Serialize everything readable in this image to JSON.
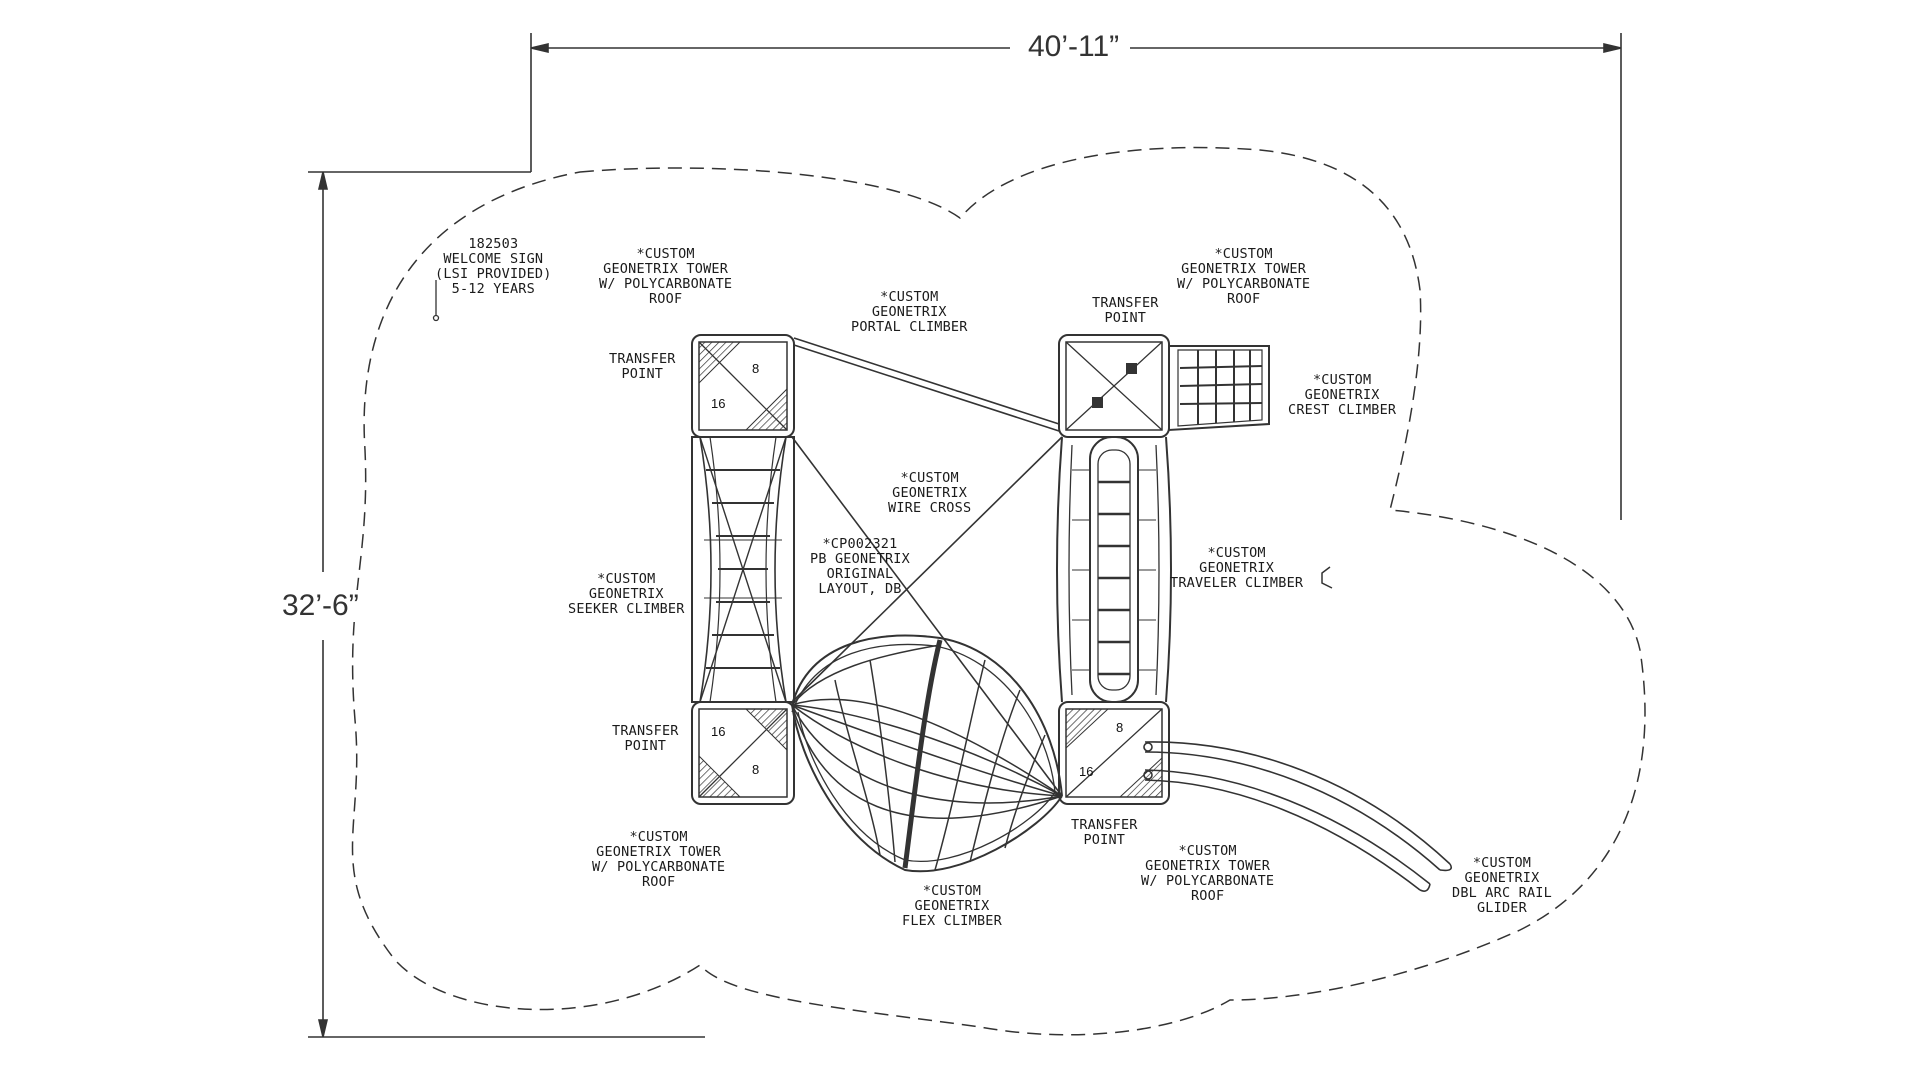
{
  "dimensions": {
    "width": "40’-11”",
    "height": "32’-6”"
  },
  "labels": {
    "welcome_sign": [
      "182503",
      "WELCOME SIGN",
      "(LSI PROVIDED)",
      "5-12 YEARS"
    ],
    "tower_top_left": [
      "*CUSTOM",
      "GEONETRIX TOWER",
      "W/ POLYCARBONATE",
      "ROOF"
    ],
    "portal_climber": [
      "*CUSTOM",
      "GEONETRIX",
      "PORTAL CLIMBER"
    ],
    "tower_top_right": [
      "*CUSTOM",
      "GEONETRIX TOWER",
      "W/ POLYCARBONATE",
      "ROOF"
    ],
    "transfer_top_left": [
      "TRANSFER",
      "POINT"
    ],
    "transfer_top_right": [
      "TRANSFER",
      "POINT"
    ],
    "crest_climber": [
      "*CUSTOM",
      "GEONETRIX",
      "CREST CLIMBER"
    ],
    "wire_cross": [
      "*CUSTOM",
      "GEONETRIX",
      "WIRE CROSS"
    ],
    "layout_id": [
      "*CP002321",
      "PB GEONETRIX",
      "ORIGINAL",
      "LAYOUT, DB"
    ],
    "traveler_climber": [
      "*CUSTOM",
      "GEONETRIX",
      "TRAVELER CLIMBER"
    ],
    "seeker_climber": [
      "*CUSTOM",
      "GEONETRIX",
      "SEEKER CLIMBER"
    ],
    "transfer_bottom_left": [
      "TRANSFER",
      "POINT"
    ],
    "transfer_bottom_right": [
      "TRANSFER",
      "POINT"
    ],
    "tower_bottom_left": [
      "*CUSTOM",
      "GEONETRIX TOWER",
      "W/ POLYCARBONATE",
      "ROOF"
    ],
    "flex_climber": [
      "*CUSTOM",
      "GEONETRIX",
      "FLEX CLIMBER"
    ],
    "tower_bottom_right": [
      "*CUSTOM",
      "GEONETRIX TOWER",
      "W/ POLYCARBONATE",
      "ROOF"
    ],
    "arc_rail_glider": [
      "*CUSTOM",
      "GEONETRIX",
      "DBL ARC RAIL",
      "GLIDER"
    ]
  },
  "deck_heights": {
    "tl_a": "8",
    "tl_b": "16",
    "bl_a": "16",
    "bl_b": "8",
    "br_a": "8",
    "br_b": "16"
  }
}
